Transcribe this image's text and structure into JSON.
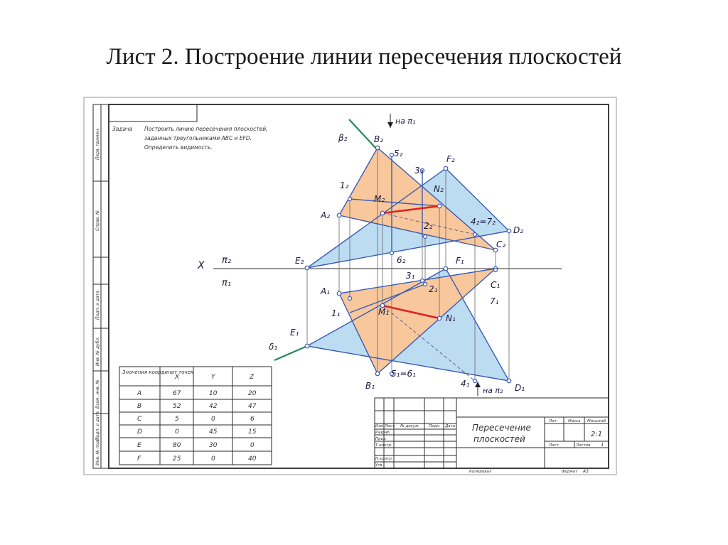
{
  "title": "Лист 2. Построение линии пересечения плоскостей",
  "task": {
    "label": "Задача",
    "lines": [
      "Построить линию пересечения плоскостей,",
      "заданных треугольниками ABC и EFD.",
      "Определить видимость."
    ]
  },
  "side_stamps": [
    "Подп. и дата",
    "Инв. № дубл.",
    "Взам. инв. №",
    "Подп. и дата",
    "Инв. № подл.",
    "Справ. №",
    "Перв. примен."
  ],
  "axis": {
    "x": "X",
    "upper": "π₂",
    "lower": "π₁"
  },
  "view_arrows": {
    "top": "на π₁",
    "bottom": "на π₂"
  },
  "traces": {
    "beta2": "β₂",
    "delta1": "δ₁"
  },
  "coords_table": {
    "header": [
      "Значения координат точек",
      "X",
      "Y",
      "Z"
    ],
    "rows": [
      [
        "A",
        "67",
        "10",
        "20"
      ],
      [
        "B",
        "52",
        "42",
        "47"
      ],
      [
        "C",
        "5",
        "0",
        "6"
      ],
      [
        "D",
        "0",
        "45",
        "15"
      ],
      [
        "E",
        "80",
        "30",
        "0"
      ],
      [
        "F",
        "25",
        "0",
        "40"
      ]
    ]
  },
  "title_block": {
    "name_line1": "Пересечение",
    "name_line2": "плоскостей",
    "cols": [
      "Изм.",
      "Лист",
      "№ докум.",
      "Подп.",
      "Дата"
    ],
    "rows": [
      "Разраб.",
      "Пров.",
      "Т.контр.",
      "Н.контр.",
      "Утв."
    ],
    "lit": "Лит.",
    "mass": "Масса",
    "scale": "Масштаб",
    "scale_value": "2:1",
    "sheet": "Лист",
    "sheets": "Листов",
    "sheets_value": "1",
    "copied": "Копировал",
    "format": "Формат",
    "format_value": "А3"
  },
  "points": {
    "A2": "A₂",
    "B2": "B₂",
    "C2": "C₂",
    "D2": "D₂",
    "E2": "E₂",
    "F2": "F₂",
    "A1": "A₁",
    "B1": "B₁",
    "C1": "C₁",
    "D1": "D₁",
    "E1": "E₁",
    "F1": "F₁",
    "M2": "M₂",
    "N2": "N₂",
    "M1": "M₁",
    "N1": "N₁",
    "n1_2": "1₂",
    "n2_2": "2₂",
    "n3_2": "3₂",
    "n5_2": "5₂",
    "n6_2": "6₂",
    "n47_2": "4₂=7₂",
    "n1_1": "1₁",
    "n2_1": "2₁",
    "n3_1": "3₁",
    "n4_1": "4₁",
    "n7_1": "7₁",
    "n56_1": "5₁=6₁"
  },
  "colors": {
    "abc_fill": "#f8c89c",
    "efd_fill": "#bcdcf2",
    "edge": "#3b5bb5",
    "intersection": "#e02020",
    "trace": "#1f8a5a",
    "frame": "#2a2a2a"
  }
}
